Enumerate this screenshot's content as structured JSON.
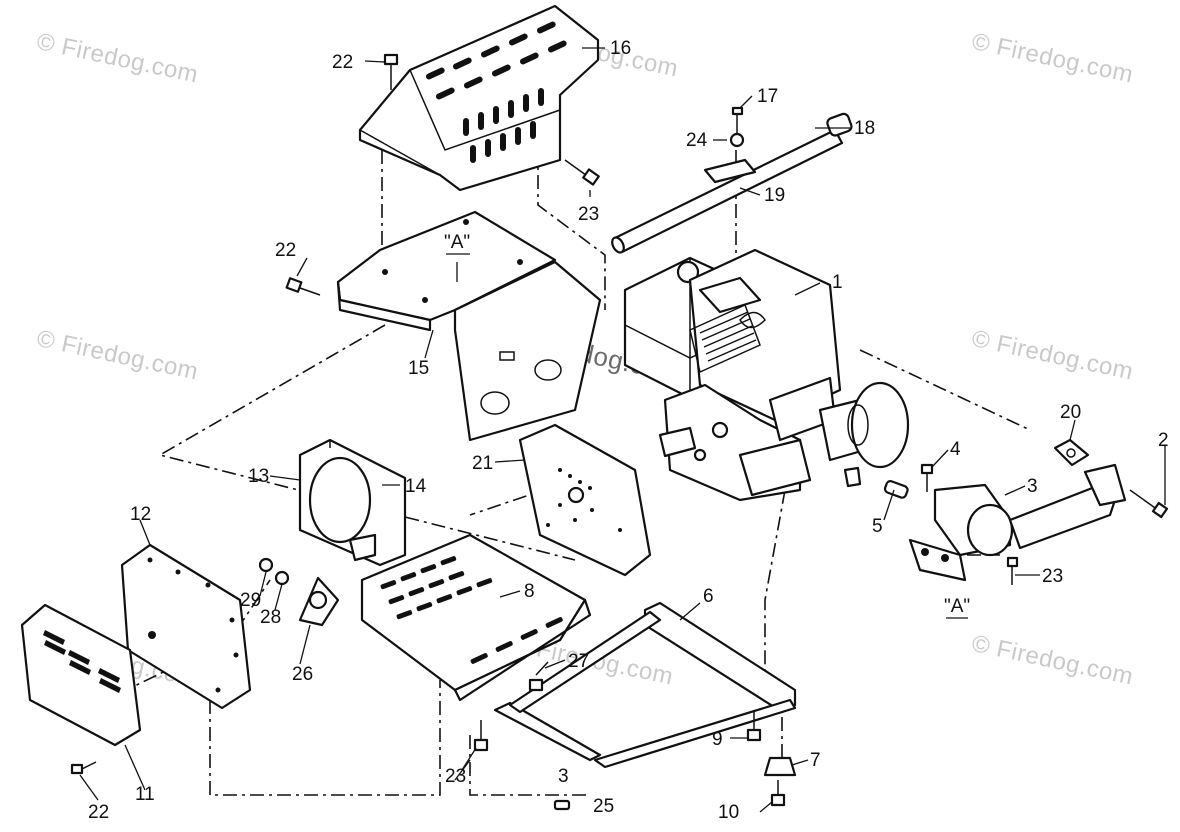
{
  "watermarks": {
    "brand": "© Firedog.com",
    "center": "© Firedog.com"
  },
  "callouts": {
    "c1": "1",
    "c2": "2",
    "c3": "3",
    "c4": "4",
    "c5": "5",
    "c6": "6",
    "c7": "7",
    "c8": "8",
    "c9": "9",
    "c10": "10",
    "c11": "11",
    "c12": "12",
    "c13": "13",
    "c14": "14",
    "c15": "15",
    "c16": "16",
    "c17": "17",
    "c18": "18",
    "c19": "19",
    "c20": "20",
    "c21": "21",
    "c22a": "22",
    "c22b": "22",
    "c22c": "22",
    "c23a": "23",
    "c23b": "23",
    "c23c": "23",
    "c24": "24",
    "c25": "25",
    "c26": "26",
    "c27": "27",
    "c28": "28",
    "c29": "29",
    "c3b": "3"
  },
  "markers": {
    "a_top": "\"A\"",
    "a_right": "\"A\""
  }
}
